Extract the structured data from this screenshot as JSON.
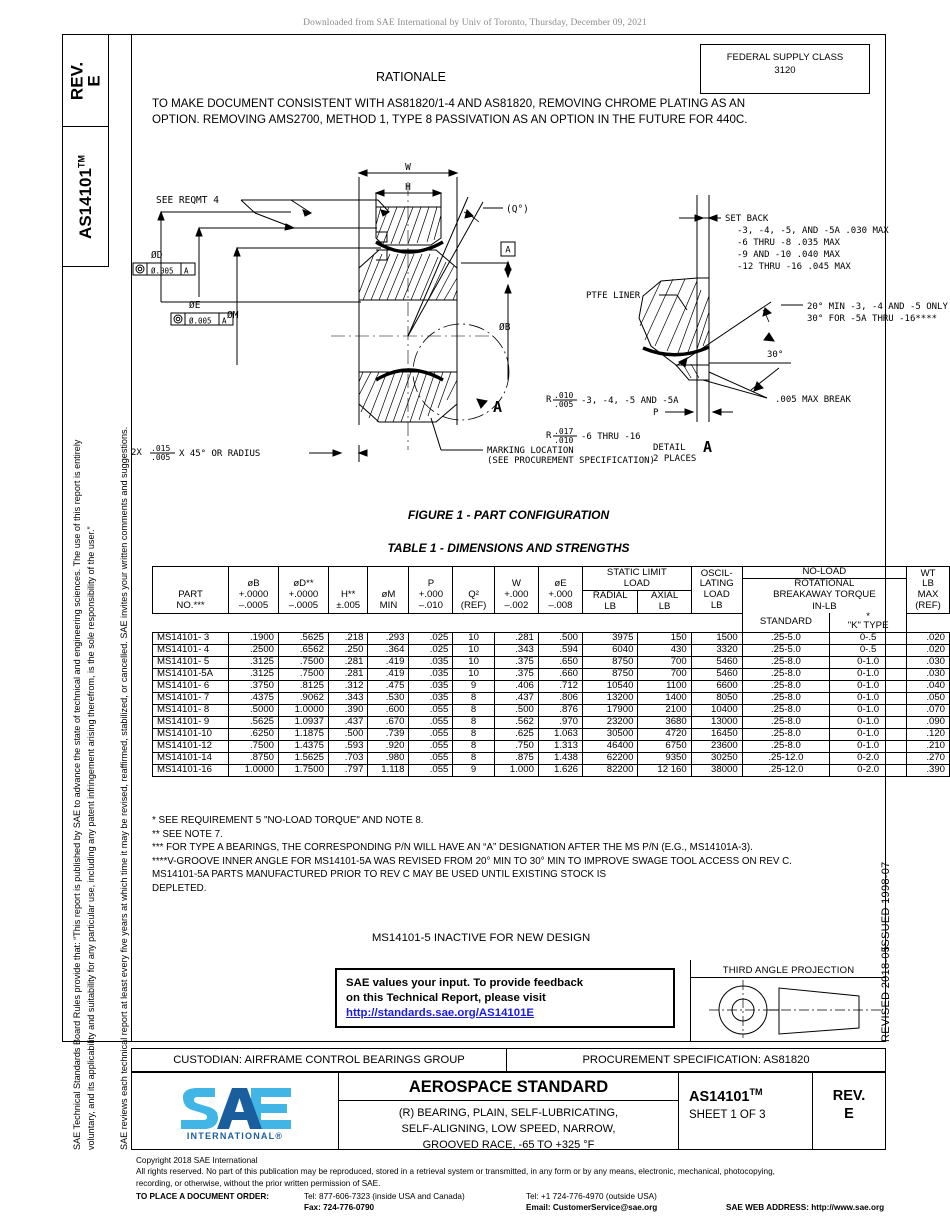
{
  "download_note": "Downloaded from SAE International by Univ of Toronto, Thursday, December 09, 2021",
  "side": {
    "rev_label": "REV.",
    "rev_value": "E",
    "doc_id": "AS14101",
    "tm": "TM",
    "legal_line1": "SAE Technical Standards Board Rules provide that: “This report is published by SAE to advance the state of technical and engineering sciences.  The use of this report is entirely",
    "legal_line2": "voluntary, and its applicability and suitability for any particular use, including any patent infringement arising therefrom, is the sole responsibility of the user.”",
    "legal_line3": "SAE reviews each technical report at least every five years at which time it may be revised, reaffirmed, stabilized, or cancelled. SAE invites your written comments and suggestions.",
    "revised": "REVISED 2018-05",
    "issued": "ISSUED 1998-07"
  },
  "fsc": {
    "label": "FEDERAL SUPPLY CLASS",
    "value": "3120"
  },
  "rationale": {
    "title": "RATIONALE",
    "line1": "TO MAKE DOCUMENT CONSISTENT WITH AS81820/1-4 AND AS81820, REMOVING CHROME PLATING AS AN",
    "line2": "OPTION.  REMOVING AMS2700, METHOD 1, TYPE 8 PASSIVATION AS AN OPTION IN THE FUTURE FOR 440C."
  },
  "figure": {
    "caption": "FIGURE 1 - PART CONFIGURATION",
    "labels": {
      "see_reqmt": "SEE REQMT 4",
      "w": "W",
      "h": "H",
      "q": "(Q°)",
      "datum_a": "A",
      "phi_d": "ØD",
      "phi_e": "ØE",
      "phi_m": "ØM",
      "phi_b": "ØB",
      "tol_d": "Ø.005",
      "tol_d_datum": "A",
      "tol_e": "Ø.005",
      "tol_e_datum": "A",
      "chamfer": "2X .015 / .005  X 45° OR RADIUS",
      "chamfer_top": ".015",
      "chamfer_bot": ".005",
      "chamfer_rest": "X 45° OR RADIUS",
      "marking1": "MARKING LOCATION",
      "marking2": "(SEE PROCUREMENT SPECIFICATION)",
      "section_a": "A",
      "r1_top": ".010",
      "r1_bot": ".005",
      "r1_txt": "-3, -4, -5 AND -5A",
      "r2_top": ".017",
      "r2_bot": ".010",
      "r2_txt": "-6 THRU -16",
      "r_sym": "R"
    },
    "detail": {
      "ptfe": "PTFE LINER",
      "setback_title": "SET BACK",
      "setback1": "-3, -4, -5, AND -5A .030 MAX",
      "setback2": "-6 THRU  -8 .035 MAX",
      "setback3": "-9  AND -10 .040 MAX",
      "setback4": "-12 THRU -16 .045 MAX",
      "angle1": "20° MIN -3, -4 AND -5 ONLY",
      "angle2": "30° FOR -5A THRU -16****",
      "angle30": "30°",
      "break": ".005 MAX BREAK",
      "p": "P",
      "detail_word": "DETAIL",
      "detail_letter": "A",
      "detail_places": "2 PLACES"
    }
  },
  "table": {
    "caption": "TABLE 1 - DIMENSIONS AND STRENGTHS",
    "headers": {
      "part": [
        "PART",
        "NO.***"
      ],
      "phiB": [
        "øB",
        "+.0000",
        "–.0005"
      ],
      "phiD": [
        "øD**",
        "+.0000",
        "–.0005"
      ],
      "H": [
        "H**",
        "±.005"
      ],
      "phiM": [
        "øM",
        "MIN"
      ],
      "P": [
        "P",
        "+.000",
        "–.010"
      ],
      "Q": [
        "Q²",
        "(REF)"
      ],
      "W": [
        "W",
        "+.000",
        "–.002"
      ],
      "phiE": [
        "øE",
        "+.000",
        "–.008"
      ],
      "static": "STATIC LIMIT LOAD",
      "static_line1": "STATIC LIMIT",
      "static_line2": "LOAD",
      "radial": [
        "RADIAL",
        "LB"
      ],
      "axial": [
        "AXIAL",
        "LB"
      ],
      "osc": [
        "OSCIL-",
        "LATING",
        "LOAD",
        "LB"
      ],
      "noload1": "NO-LOAD",
      "noload2": "ROTATIONAL",
      "noload3": "BREAKAWAY TORQUE",
      "noload4": "IN-LB",
      "standard": "STANDARD",
      "ktype_star": "*",
      "ktype": "\"K\" TYPE",
      "wt": [
        "WT",
        "LB",
        "MAX",
        "(REF)"
      ]
    },
    "rows": [
      {
        "pn": "MS14101- 3",
        "B": ".1900",
        "D": ".5625",
        "H": ".218",
        "M": ".293",
        "P": ".025",
        "Q": "10",
        "W": ".281",
        "E": ".500",
        "radial": "3975",
        "axial": "150",
        "osc": "1500",
        "std": ".25-5.0",
        "k": "0-.5",
        "wt": ".020"
      },
      {
        "pn": "MS14101- 4",
        "B": ".2500",
        "D": ".6562",
        "H": ".250",
        "M": ".364",
        "P": ".025",
        "Q": "10",
        "W": ".343",
        "E": ".594",
        "radial": "6040",
        "axial": "430",
        "osc": "3320",
        "std": ".25-5.0",
        "k": "0-.5",
        "wt": ".020"
      },
      {
        "pn": "MS14101- 5",
        "B": ".3125",
        "D": ".7500",
        "H": ".281",
        "M": ".419",
        "P": ".035",
        "Q": "10",
        "W": ".375",
        "E": ".650",
        "radial": "8750",
        "axial": "700",
        "osc": "5460",
        "std": ".25-8.0",
        "k": "0-1.0",
        "wt": ".030"
      },
      {
        "pn": "MS14101-5A",
        "B": ".3125",
        "D": ".7500",
        "H": ".281",
        "M": ".419",
        "P": ".035",
        "Q": "10",
        "W": ".375",
        "E": ".660",
        "radial": "8750",
        "axial": "700",
        "osc": "5460",
        "std": ".25-8.0",
        "k": "0-1.0",
        "wt": ".030"
      },
      {
        "pn": "MS14101- 6",
        "B": ".3750",
        "D": ".8125",
        "H": ".312",
        "M": ".475",
        "P": ".035",
        "Q": "9",
        "W": ".406",
        "E": ".712",
        "radial": "10540",
        "axial": "1100",
        "osc": "6600",
        "std": ".25-8.0",
        "k": "0-1.0",
        "wt": ".040"
      },
      {
        "pn": "MS14101- 7",
        "B": ".4375",
        "D": ".9062",
        "H": ".343",
        "M": ".530",
        "P": ".035",
        "Q": "8",
        "W": ".437",
        "E": ".806",
        "radial": "13200",
        "axial": "1400",
        "osc": "8050",
        "std": ".25-8.0",
        "k": "0-1.0",
        "wt": ".050"
      },
      {
        "pn": "MS14101- 8",
        "B": ".5000",
        "D": "1.0000",
        "H": ".390",
        "M": ".600",
        "P": ".055",
        "Q": "8",
        "W": ".500",
        "E": ".876",
        "radial": "17900",
        "axial": "2100",
        "osc": "10400",
        "std": ".25-8.0",
        "k": "0-1.0",
        "wt": ".070"
      },
      {
        "pn": "MS14101- 9",
        "B": ".5625",
        "D": "1.0937",
        "H": ".437",
        "M": ".670",
        "P": ".055",
        "Q": "8",
        "W": ".562",
        "E": ".970",
        "radial": "23200",
        "axial": "3680",
        "osc": "13000",
        "std": ".25-8.0",
        "k": "0-1.0",
        "wt": ".090"
      },
      {
        "pn": "MS14101-10",
        "B": ".6250",
        "D": "1.1875",
        "H": ".500",
        "M": ".739",
        "P": ".055",
        "Q": "8",
        "W": ".625",
        "E": "1.063",
        "radial": "30500",
        "axial": "4720",
        "osc": "16450",
        "std": ".25-8.0",
        "k": "0-1.0",
        "wt": ".120"
      },
      {
        "pn": "MS14101-12",
        "B": ".7500",
        "D": "1.4375",
        "H": ".593",
        "M": ".920",
        "P": ".055",
        "Q": "8",
        "W": ".750",
        "E": "1.313",
        "radial": "46400",
        "axial": "6750",
        "osc": "23600",
        "std": ".25-8.0",
        "k": "0-1.0",
        "wt": ".210"
      },
      {
        "pn": "MS14101-14",
        "B": ".8750",
        "D": "1.5625",
        "H": ".703",
        "M": ".980",
        "P": ".055",
        "Q": "8",
        "W": ".875",
        "E": "1.438",
        "radial": "62200",
        "axial": "9350",
        "osc": "30250",
        "std": ".25-12.0",
        "k": "0-2.0",
        "wt": ".270"
      },
      {
        "pn": "MS14101-16",
        "B": "1.0000",
        "D": "1.7500",
        "H": ".797",
        "M": "1.118",
        "P": ".055",
        "Q": "9",
        "W": "1.000",
        "E": "1.626",
        "radial": "82200",
        "axial": "12 160",
        "osc": "38000",
        "std": ".25-12.0",
        "k": "0-2.0",
        "wt": ".390"
      }
    ]
  },
  "notes": [
    "*   SEE REQUIREMENT 5 \"NO-LOAD TORQUE\" AND NOTE 8.",
    "**  SEE NOTE 7.",
    "*** FOR TYPE A BEARINGS, THE CORRESPONDING P/N WILL HAVE AN “A” DESIGNATION AFTER THE MS P/N (E.G., MS14101A-3).",
    "****V-GROOVE INNER ANGLE FOR MS14101-5A WAS REVISED FROM 20° MIN TO 30° MIN TO IMPROVE SWAGE TOOL ACCESS ON REV C.",
    "MS14101-5A PARTS MANUFACTURED PRIOR TO REV C MAY BE USED UNTIL EXISTING STOCK IS",
    "DEPLETED."
  ],
  "inactive_notice": "MS14101-5 INACTIVE FOR NEW DESIGN",
  "feedback": {
    "line1": "SAE values your input. To provide feedback",
    "line2": "on this Technical Report, please visit",
    "link": "http://standards.sae.org/AS14101E"
  },
  "third_angle": {
    "label": "THIRD ANGLE PROJECTION"
  },
  "custodian": "CUSTODIAN: AIRFRAME CONTROL BEARINGS GROUP",
  "procurement": "PROCUREMENT SPECIFICATION: AS81820",
  "title_block": {
    "logo_text": "SAE",
    "logo_sub": "INTERNATIONAL®",
    "standard": "AEROSPACE STANDARD",
    "desc1": "(R) BEARING, PLAIN, SELF-LUBRICATING,",
    "desc2": "SELF-ALIGNING, LOW SPEED, NARROW,",
    "desc3": "GROOVED RACE, -65 TO +325 °F",
    "doc": "AS14101",
    "tm": "TM",
    "sheet": "SHEET 1 OF 3",
    "rev_label": "REV.",
    "rev_value": "E"
  },
  "copyright": {
    "line1": "Copyright 2018 SAE International",
    "line2": "All rights reserved. No part of this publication may be reproduced, stored in a retrieval system or transmitted, in any form or by any means, electronic, mechanical, photocopying,",
    "line3": "recording, or otherwise, without the prior written permission of SAE.",
    "order_label": "TO PLACE A DOCUMENT ORDER:",
    "tel_inside": "Tel: 877-606-7323 (inside USA and Canada)",
    "tel_outside": "Tel: +1 724-776-4970 (outside USA)",
    "fax": "Fax: 724-776-0790",
    "email": "Email: CustomerService@sae.org",
    "web": "SAE WEB ADDRESS: http://www.sae.org"
  },
  "colors": {
    "link": "#1a1ae6",
    "logo_light": "#41b6e6",
    "logo_dark": "#1b5e9e",
    "note_gray": "#8c8c8c"
  }
}
